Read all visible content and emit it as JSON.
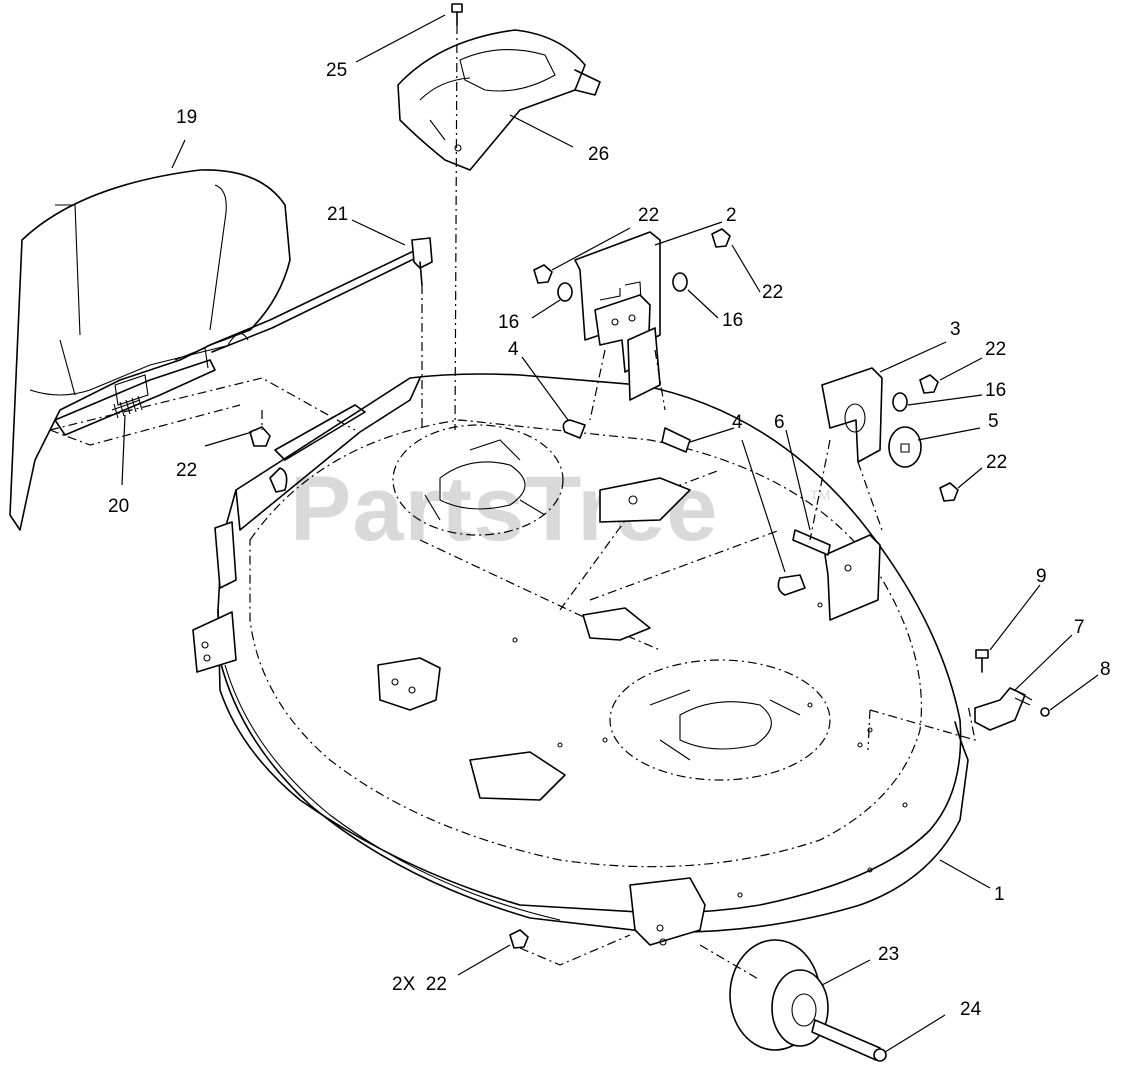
{
  "watermark": {
    "text": "PartsTree",
    "trademark": "TM"
  },
  "callouts": [
    {
      "id": "c25",
      "text": "25"
    },
    {
      "id": "c26",
      "text": "26"
    },
    {
      "id": "c19",
      "text": "19"
    },
    {
      "id": "c21",
      "text": "21"
    },
    {
      "id": "c22a",
      "text": "22"
    },
    {
      "id": "c2",
      "text": "2"
    },
    {
      "id": "c22b",
      "text": "22"
    },
    {
      "id": "c16a",
      "text": "16"
    },
    {
      "id": "c16b",
      "text": "16"
    },
    {
      "id": "c4a",
      "text": "4"
    },
    {
      "id": "c3",
      "text": "3"
    },
    {
      "id": "c22c",
      "text": "22"
    },
    {
      "id": "c16c",
      "text": "16"
    },
    {
      "id": "c4b",
      "text": "4"
    },
    {
      "id": "c6",
      "text": "6"
    },
    {
      "id": "c5",
      "text": "5"
    },
    {
      "id": "c22d",
      "text": "22"
    },
    {
      "id": "c22e",
      "text": "22"
    },
    {
      "id": "c20",
      "text": "20"
    },
    {
      "id": "c9",
      "text": "9"
    },
    {
      "id": "c7",
      "text": "7"
    },
    {
      "id": "c8",
      "text": "8"
    },
    {
      "id": "c1",
      "text": "1"
    },
    {
      "id": "c23",
      "text": "23"
    },
    {
      "id": "c2x22",
      "text": "2X  22"
    },
    {
      "id": "c24",
      "text": "24"
    }
  ]
}
